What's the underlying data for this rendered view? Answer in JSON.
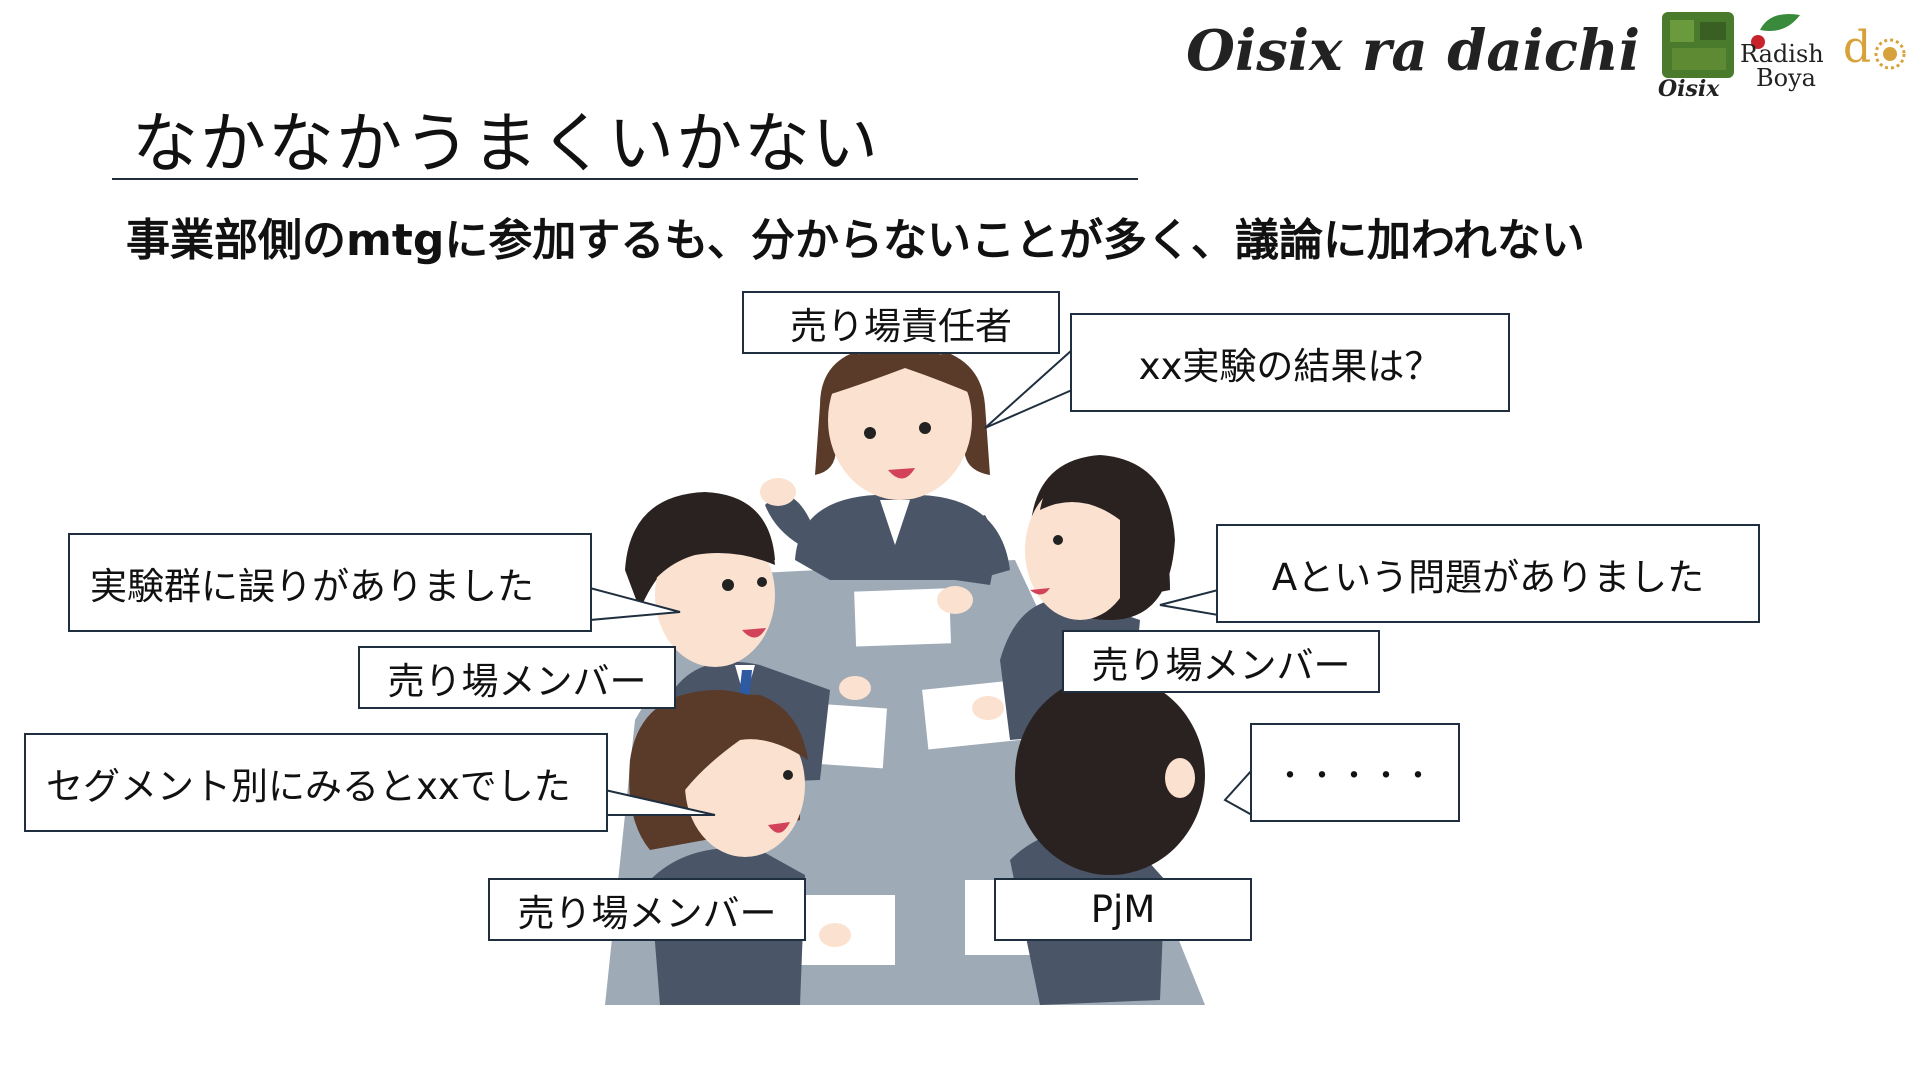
{
  "slide": {
    "title": "なかなかうまくいかない",
    "subtitle": "事業部側のmtgに参加するも、分からないことが多く、議論に加われない"
  },
  "brand": {
    "name": "Oisix ra daichi",
    "logos": {
      "oisix": "Oisix",
      "radish_line1": "Radish",
      "radish_line2": "Boya",
      "daichi": "d"
    }
  },
  "roles": {
    "top": "売り場責任者",
    "left_upper": "売り場メンバー",
    "right_upper": "売り場メンバー",
    "left_lower": "売り場メンバー",
    "right_lower": "PjM"
  },
  "speech": {
    "top": "xx実験の結果は？",
    "left_upper": "実験群に誤りがありました",
    "right_upper": "Aという問題がありました",
    "left_lower": "セグメント別にみるとxxでした",
    "right_lower": "・・・・・"
  },
  "colors": {
    "border": "#1f2f40",
    "table": "#9eaab6",
    "suit": "#4a5568",
    "hair": "#2a2220",
    "skin": "#fbe1cf",
    "logo_green": "#4a7a2c",
    "logo_gold": "#d8a23a"
  }
}
